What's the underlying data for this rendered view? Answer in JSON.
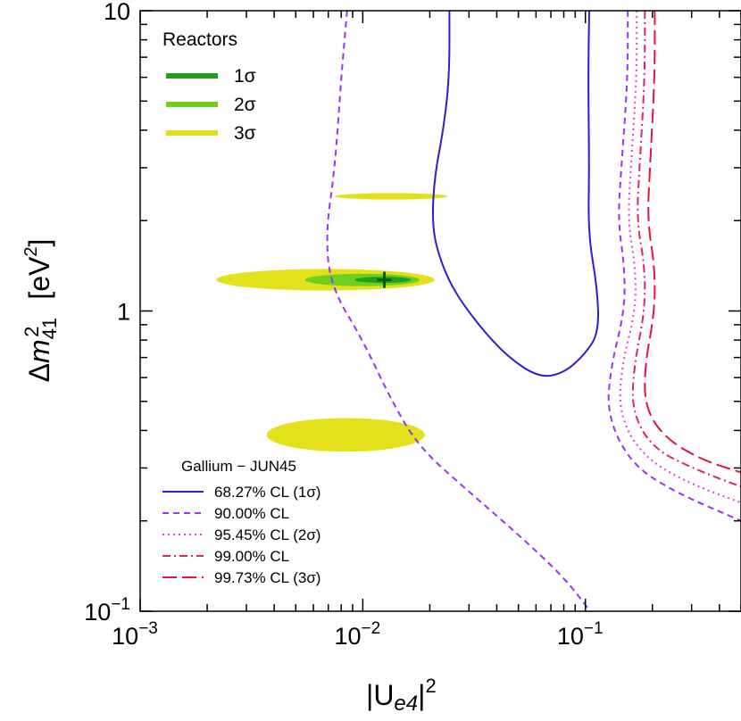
{
  "chart_data": {
    "type": "contour",
    "x_scale": "log",
    "y_scale": "log",
    "xlim": [
      0.001,
      0.5
    ],
    "ylim": [
      0.1,
      10
    ],
    "x_ticks": [
      {
        "value": 0.001,
        "mant": "10",
        "exp": "−3"
      },
      {
        "value": 0.01,
        "mant": "10",
        "exp": "−2"
      },
      {
        "value": 0.1,
        "mant": "10",
        "exp": "−1"
      }
    ],
    "y_ticks": [
      {
        "value": 0.1,
        "mant": "10",
        "exp": "−1"
      },
      {
        "value": 1,
        "mant": "1",
        "exp": ""
      },
      {
        "value": 10,
        "mant": "10",
        "exp": ""
      }
    ],
    "xlabel": {
      "base": "|U",
      "sub": "e4",
      "sup": "2"
    },
    "ylabel": {
      "delta": "Δ",
      "m": "m",
      "sub": "41",
      "sup": "2",
      "unit_open": "[eV",
      "unit_sup": "2",
      "unit_close": "]"
    },
    "legend_reactors": {
      "title": "Reactors",
      "entries": [
        {
          "label": "1σ",
          "color": "#1f9e1f"
        },
        {
          "label": "2σ",
          "color": "#6fcf1f"
        },
        {
          "label": "3σ",
          "color": "#e3e11c"
        }
      ]
    },
    "legend_gallium": {
      "title": "Gallium − JUN45",
      "entries": [
        {
          "label": "68.27% CL (1σ)",
          "color": "#2b1fd6",
          "dash": ""
        },
        {
          "label": "90.00% CL",
          "color": "#9b30ff",
          "dash": "7,5"
        },
        {
          "label": "95.45% CL (2σ)",
          "color": "#e040e0",
          "dash": "2,4"
        },
        {
          "label": "99.00% CL",
          "color": "#e0207a",
          "dash": "9,4,2,4"
        },
        {
          "label": "99.73% CL (3σ)",
          "color": "#e8123c",
          "dash": "16,6"
        }
      ]
    },
    "best_fit": {
      "x": 0.0125,
      "y": 1.27
    },
    "reactor_regions": [
      {
        "level": "3σ",
        "color": "#e3e11c",
        "bands": [
          {
            "x": [
              0.0075,
              0.024
            ],
            "y": [
              2.35,
              2.47
            ]
          },
          {
            "x": [
              0.0022,
              0.021
            ],
            "y": [
              1.17,
              1.38
            ]
          },
          {
            "x": [
              0.0037,
              0.019
            ],
            "y": [
              0.34,
              0.44
            ]
          }
        ]
      },
      {
        "level": "2σ",
        "color": "#6fcf1f",
        "bands": [
          {
            "x": [
              0.0055,
              0.018
            ],
            "y": [
              1.21,
              1.33
            ]
          }
        ]
      },
      {
        "level": "1σ",
        "color": "#1f9e1f",
        "bands": [
          {
            "x": [
              0.0092,
              0.0165
            ],
            "y": [
              1.24,
              1.3
            ]
          }
        ]
      }
    ],
    "gallium_contours": [
      {
        "level": "68.27% CL (1σ)",
        "color": "#2b1fd6",
        "dash": "",
        "points": [
          [
            0.0245,
            10
          ],
          [
            0.0245,
            6
          ],
          [
            0.023,
            4
          ],
          [
            0.021,
            2.8
          ],
          [
            0.0205,
            2.0
          ],
          [
            0.0215,
            1.6
          ],
          [
            0.025,
            1.2
          ],
          [
            0.033,
            0.9
          ],
          [
            0.045,
            0.7
          ],
          [
            0.062,
            0.6
          ],
          [
            0.08,
            0.62
          ],
          [
            0.1,
            0.72
          ],
          [
            0.115,
            0.85
          ],
          [
            0.113,
            1.2
          ],
          [
            0.103,
            1.8
          ],
          [
            0.104,
            3
          ],
          [
            0.103,
            6
          ],
          [
            0.104,
            10
          ]
        ]
      },
      {
        "level": "90.00% CL",
        "color": "#9b30ff",
        "dash": "7,5",
        "points": [
          [
            0.0085,
            10
          ],
          [
            0.008,
            6
          ],
          [
            0.0075,
            3
          ],
          [
            0.0068,
            1.8
          ],
          [
            0.0072,
            1.2
          ],
          [
            0.01,
            0.8
          ],
          [
            0.0135,
            0.5
          ],
          [
            0.018,
            0.35
          ],
          [
            0.03,
            0.25
          ],
          [
            0.05,
            0.18
          ],
          [
            0.08,
            0.13
          ],
          [
            0.105,
            0.1
          ]
        ]
      },
      {
        "level": "90.00% CL",
        "color": "#9b30ff",
        "dash": "7,5",
        "points": [
          [
            0.155,
            10
          ],
          [
            0.155,
            6
          ],
          [
            0.145,
            3
          ],
          [
            0.14,
            2.0
          ],
          [
            0.15,
            1.4
          ],
          [
            0.15,
            1.0
          ],
          [
            0.13,
            0.65
          ],
          [
            0.125,
            0.45
          ],
          [
            0.16,
            0.31
          ],
          [
            0.25,
            0.25
          ],
          [
            0.5,
            0.2
          ]
        ]
      },
      {
        "level": "95.45% CL (2σ)",
        "color": "#e040e0",
        "dash": "2,4",
        "points": [
          [
            0.17,
            10
          ],
          [
            0.17,
            6
          ],
          [
            0.16,
            3
          ],
          [
            0.155,
            2.0
          ],
          [
            0.168,
            1.4
          ],
          [
            0.168,
            1.0
          ],
          [
            0.145,
            0.65
          ],
          [
            0.142,
            0.45
          ],
          [
            0.18,
            0.33
          ],
          [
            0.28,
            0.27
          ],
          [
            0.5,
            0.23
          ]
        ]
      },
      {
        "level": "99.00% CL",
        "color": "#e0207a",
        "dash": "9,4,2,4",
        "points": [
          [
            0.185,
            10
          ],
          [
            0.185,
            6
          ],
          [
            0.175,
            3
          ],
          [
            0.17,
            2.0
          ],
          [
            0.185,
            1.4
          ],
          [
            0.185,
            1.0
          ],
          [
            0.165,
            0.65
          ],
          [
            0.162,
            0.46
          ],
          [
            0.2,
            0.35
          ],
          [
            0.3,
            0.3
          ],
          [
            0.5,
            0.26
          ]
        ]
      },
      {
        "level": "99.73% CL (3σ)",
        "color": "#e8123c",
        "dash": "16,6",
        "points": [
          [
            0.205,
            10
          ],
          [
            0.205,
            6
          ],
          [
            0.195,
            3
          ],
          [
            0.19,
            2.0
          ],
          [
            0.205,
            1.4
          ],
          [
            0.205,
            1.0
          ],
          [
            0.185,
            0.66
          ],
          [
            0.185,
            0.48
          ],
          [
            0.225,
            0.38
          ],
          [
            0.33,
            0.32
          ],
          [
            0.5,
            0.29
          ]
        ]
      }
    ]
  }
}
